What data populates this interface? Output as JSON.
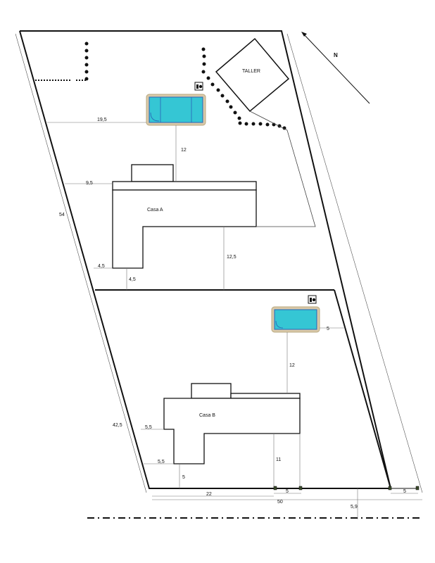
{
  "plan": {
    "labels": {
      "taller": "TALLER",
      "north": "N",
      "casa_a": "Casa A",
      "casa_b": "Casa B"
    },
    "dims": {
      "d19_5": "19,5",
      "d12_a": "12",
      "d9_5": "9,5",
      "d54": "54",
      "d12_5": "12,5",
      "d4_5_left": "4,5",
      "d4_5_bottom": "4,5",
      "d5_pool_b": "5",
      "d12_b": "12",
      "d42_5": "42,5",
      "d5_5_top": "5,5",
      "d5_5_bottom": "5,5",
      "d11": "11",
      "d5_under_b": "5",
      "d22": "22",
      "d5_mid": "5",
      "d5_right": "5",
      "d50": "50",
      "d5_9": "5,9"
    },
    "colors": {
      "line": "#111111",
      "pool_water": "#35c6d4",
      "pool_rim": "#d9c9a8",
      "pool_edge": "#2a62b8"
    }
  }
}
